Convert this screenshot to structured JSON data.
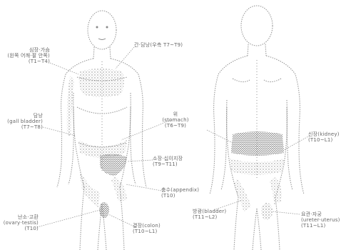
{
  "labels": {
    "heart": {
      "line1": "심장·가슴",
      "line2": "(왼쪽 어깨·팔 안쪽)",
      "line3": "(T1~T4)"
    },
    "liver_gallbladder": {
      "line1": "간·담낭(우측 T7~T9)"
    },
    "gallbladder": {
      "line1": "담낭",
      "line2": "(gall bladder)",
      "line3": "(T7~T8)"
    },
    "stomach": {
      "line1": "위",
      "line2": "(stomach)",
      "line3": "(T6~T9)"
    },
    "small_intestine": {
      "line1": "소장·십이지장",
      "line2": "(T9~T11)"
    },
    "appendix": {
      "line1": "충수(appendix)",
      "line2": "(T10)"
    },
    "kidney": {
      "line1": "신장(kidney)",
      "line2": "(T10~L1)"
    },
    "ovary": {
      "line1": "난소·고환",
      "line2": "(ovary·testis)",
      "line3": "(T10)"
    },
    "bladder": {
      "line1": "방광(bladder)",
      "line2": "(T11~L2)"
    },
    "ureter": {
      "line1": "요관·자궁",
      "line2": "(ureter·uterus)",
      "line3": "(T11~L1)"
    },
    "colon": {
      "line1": "결장(colon)",
      "line2": "(T10~L1)"
    }
  }
}
